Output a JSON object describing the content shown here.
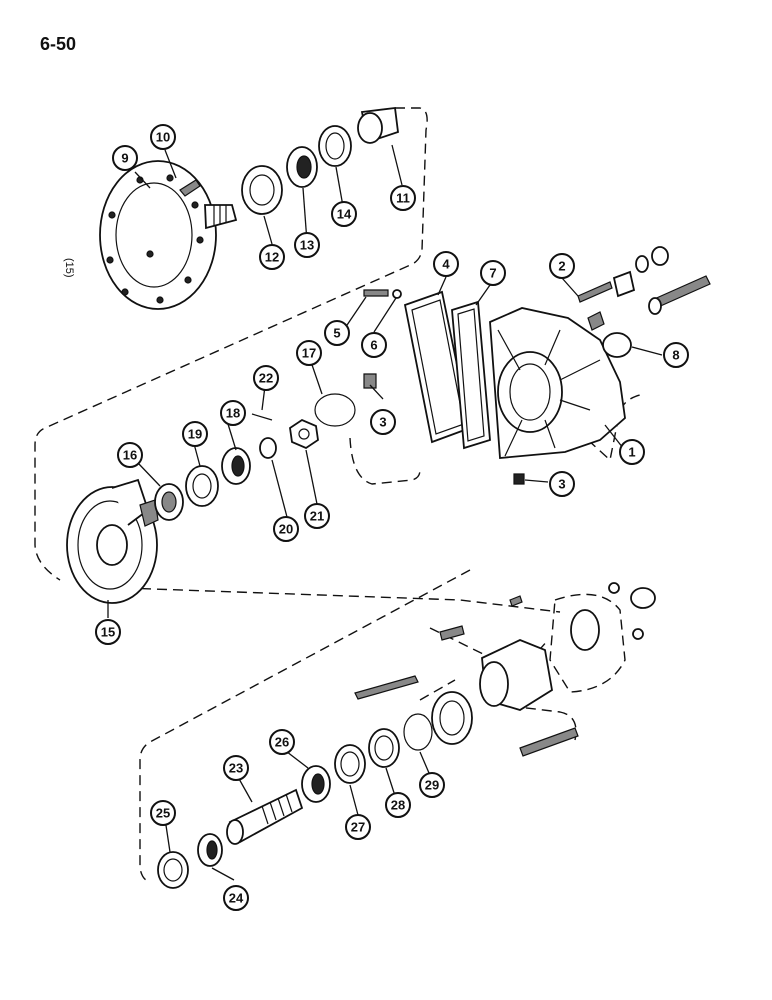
{
  "page": {
    "number": "6-50",
    "figure_ref": "(15)"
  },
  "callouts": [
    {
      "label": "1"
    },
    {
      "label": "2"
    },
    {
      "label": "3"
    },
    {
      "label": "3"
    },
    {
      "label": "4"
    },
    {
      "label": "5"
    },
    {
      "label": "6"
    },
    {
      "label": "7"
    },
    {
      "label": "8"
    },
    {
      "label": "9"
    },
    {
      "label": "10"
    },
    {
      "label": "11"
    },
    {
      "label": "12"
    },
    {
      "label": "13"
    },
    {
      "label": "14"
    },
    {
      "label": "15"
    },
    {
      "label": "16"
    },
    {
      "label": "17"
    },
    {
      "label": "18"
    },
    {
      "label": "19"
    },
    {
      "label": "20"
    },
    {
      "label": "21"
    },
    {
      "label": "22"
    },
    {
      "label": "23"
    },
    {
      "label": "24"
    },
    {
      "label": "25"
    },
    {
      "label": "26"
    },
    {
      "label": "27"
    },
    {
      "label": "28"
    },
    {
      "label": "29"
    }
  ]
}
